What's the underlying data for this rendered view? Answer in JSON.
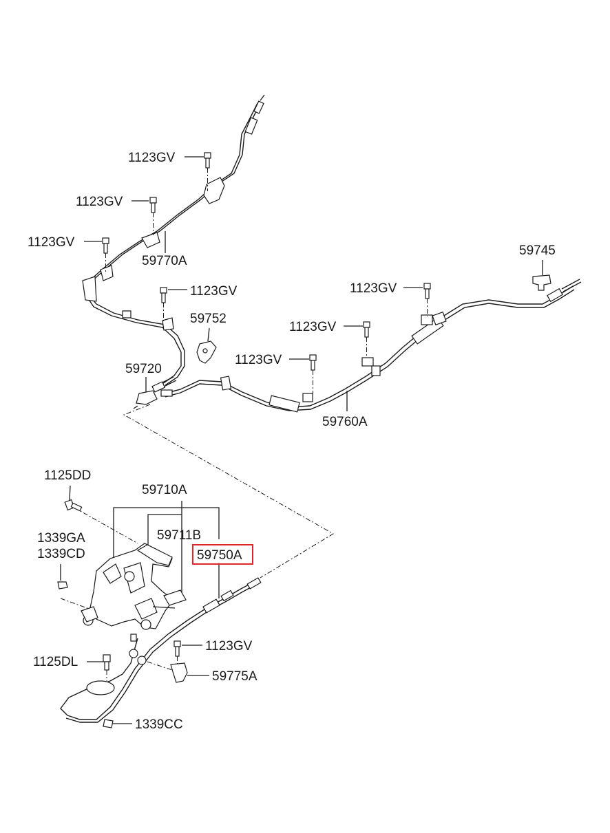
{
  "diagram": {
    "highlight_color": "#e0262b",
    "line_color": "#1a1a1a",
    "callouts": [
      {
        "id": "bolt-upper-1",
        "text": "1123GV"
      },
      {
        "id": "bolt-upper-2",
        "text": "1123GV"
      },
      {
        "id": "bolt-upper-3",
        "text": "1123GV"
      },
      {
        "id": "cable-front",
        "text": "59770A"
      },
      {
        "id": "bolt-mid-left",
        "text": "1123GV"
      },
      {
        "id": "bracket-59752",
        "text": "59752"
      },
      {
        "id": "equalizer",
        "text": "59720"
      },
      {
        "id": "clip-59745",
        "text": "59745"
      },
      {
        "id": "bolt-right-1",
        "text": "1123GV"
      },
      {
        "id": "bolt-right-2",
        "text": "1123GV"
      },
      {
        "id": "bolt-right-3",
        "text": "1123GV"
      },
      {
        "id": "cable-rear",
        "text": "59760A"
      },
      {
        "id": "bolt-1125dd",
        "text": "1125DD"
      },
      {
        "id": "lever-assembly",
        "text": "59710A"
      },
      {
        "id": "lever-sub",
        "text": "59711B"
      },
      {
        "id": "clip-1339ga",
        "text": "1339GA"
      },
      {
        "id": "clip-1339cd",
        "text": "1339CD"
      },
      {
        "id": "cable-59750a",
        "text": "59750A",
        "highlighted": true
      },
      {
        "id": "bolt-lower",
        "text": "1123GV"
      },
      {
        "id": "bolt-1125dl",
        "text": "1125DL"
      },
      {
        "id": "bracket-59775a",
        "text": "59775A"
      },
      {
        "id": "clip-1339cc",
        "text": "1339CC"
      }
    ]
  }
}
